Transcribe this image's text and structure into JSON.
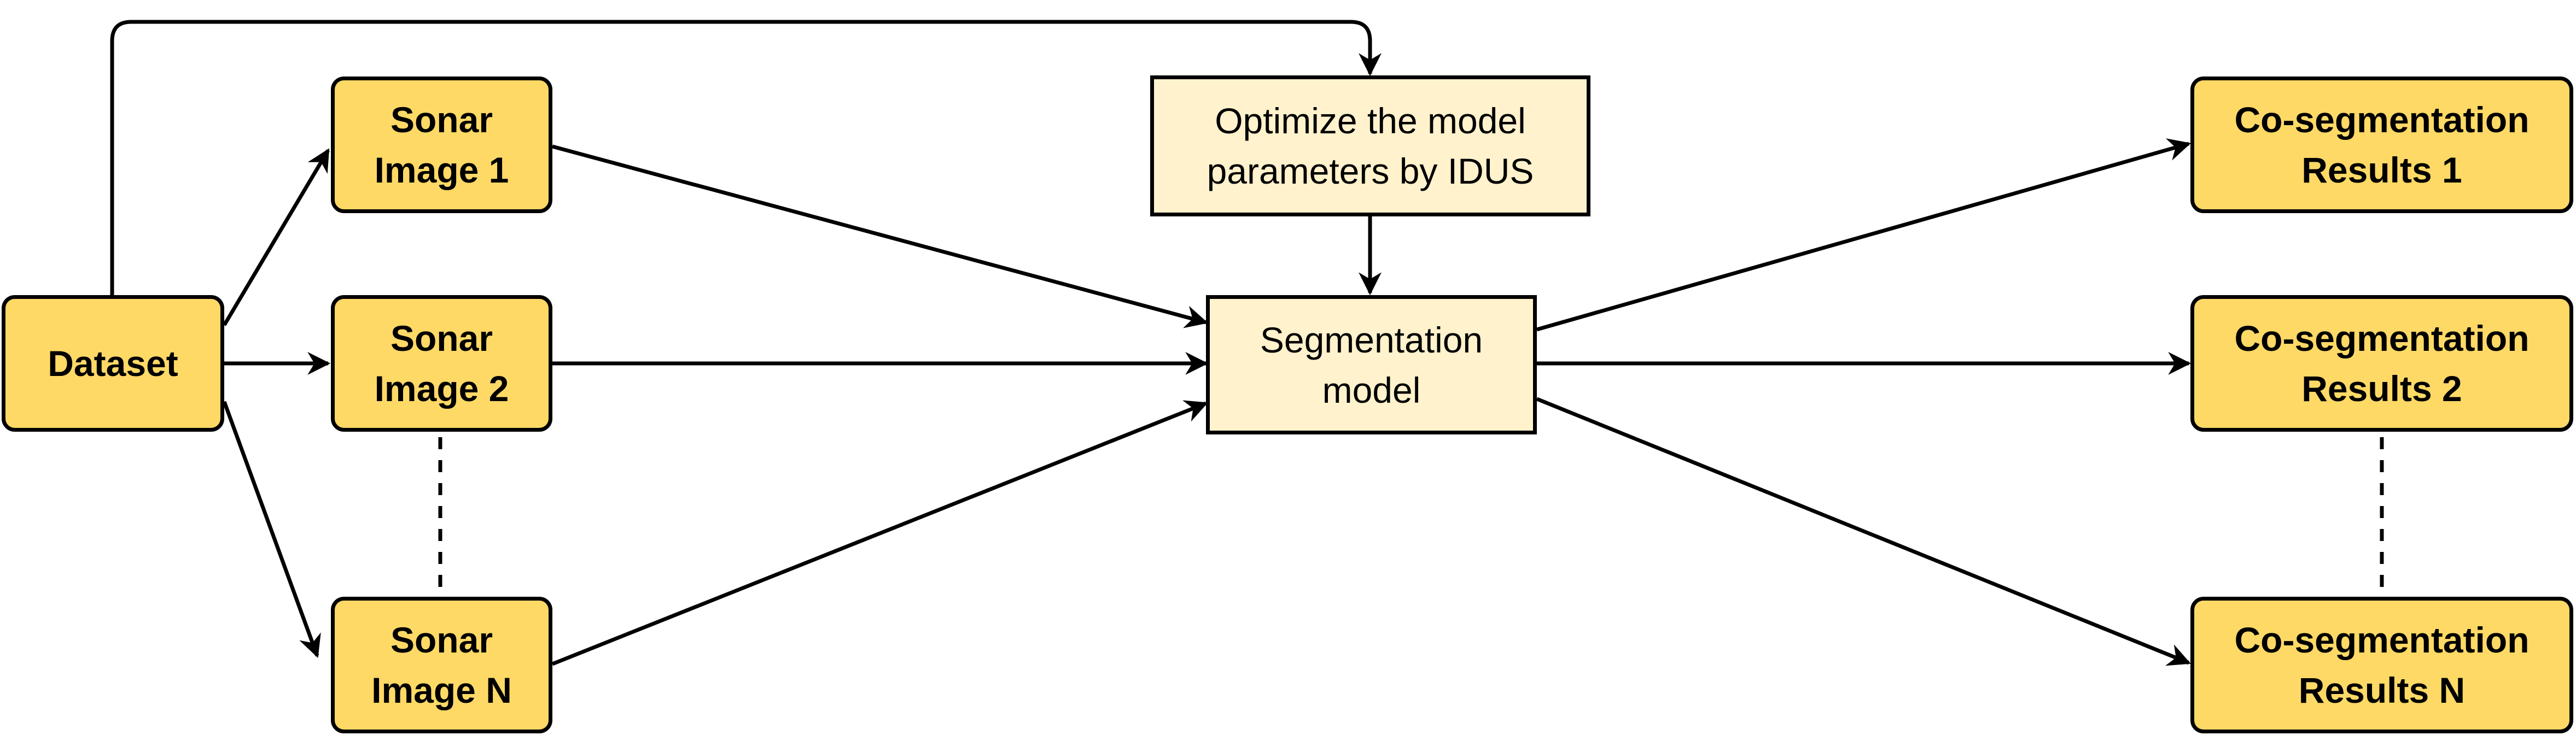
{
  "nodes": {
    "dataset": "Dataset",
    "sonar_1": "Sonar\nImage 1",
    "sonar_2": "Sonar\nImage 2",
    "sonar_n": "Sonar\nImage N",
    "optimize": "Optimize the model\nparameters by IDUS",
    "segmentation": "Segmentation\nmodel",
    "result_1": "Co-segmentation\nResults 1",
    "result_2": "Co-segmentation\nResults 2",
    "result_n": "Co-segmentation\nResults N"
  },
  "colors": {
    "terminal_fill": "#ffd966",
    "process_fill": "#fff2cc",
    "stroke": "#000000"
  }
}
